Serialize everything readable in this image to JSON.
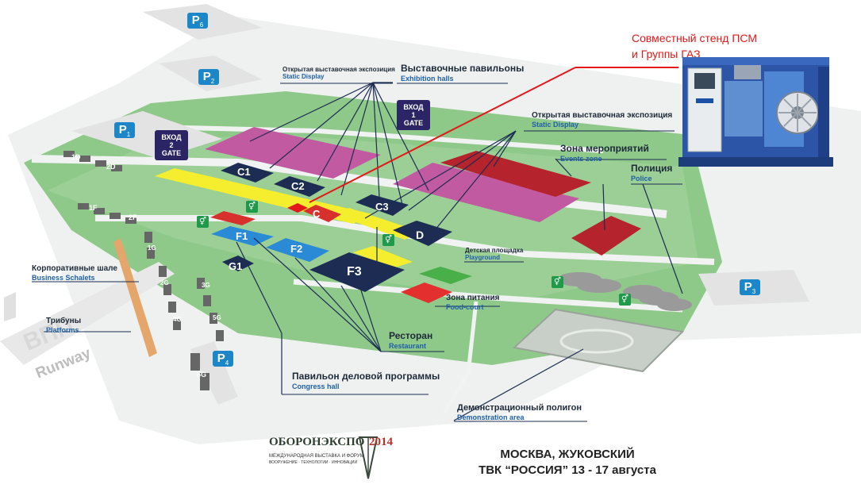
{
  "callout": {
    "line1": "Совместный стенд ПСМ",
    "line2": "и Группы ГАЗ",
    "color": "#e31818"
  },
  "parking": [
    {
      "letter": "P",
      "num": "6"
    },
    {
      "letter": "P",
      "num": "2"
    },
    {
      "letter": "P",
      "num": "1"
    },
    {
      "letter": "P",
      "num": "4"
    },
    {
      "letter": "P",
      "num": "3"
    }
  ],
  "gates": {
    "gate2": {
      "line1": "ВХОД",
      "line2": "2",
      "line3": "GATE"
    },
    "gate1": {
      "line1": "ВХОД",
      "line2": "1",
      "line3": "GATE"
    }
  },
  "halls": {
    "c1": "C1",
    "c2": "C2",
    "c3": "C3",
    "c": "C",
    "d": "D",
    "f1": "F1",
    "f2": "F2",
    "f3": "F3",
    "g1": "G1"
  },
  "chalets": [
    "1D",
    "2D",
    "1F",
    "2F",
    "1G",
    "2G",
    "3G",
    "4G",
    "5G",
    "6G"
  ],
  "labels": {
    "static_display_top": {
      "ru": "Открытая выставочная экспозиция",
      "en": "Static Display"
    },
    "exhibition_halls": {
      "ru": "Выставочные павильоны",
      "en": "Exhibition halls"
    },
    "static_display_right": {
      "ru": "Открытая выставочная экспозиция",
      "en": "Static Display"
    },
    "events_zone": {
      "ru": "Зона мероприятий",
      "en": "Events zone"
    },
    "police": {
      "ru": "Полиция",
      "en": "Police"
    },
    "playground": {
      "ru": "Детская площадка",
      "en": "Playground"
    },
    "food_court": {
      "ru": "Зона питания",
      "en": "Food-court"
    },
    "business_chalets": {
      "ru": "Корпоративные шале",
      "en": "Business Schalets"
    },
    "platforms": {
      "ru": "Трибуны",
      "en": "Platforms"
    },
    "restaurant": {
      "ru": "Ресторан",
      "en": "Restaurant"
    },
    "congress_hall": {
      "ru": "Павильон деловой программы",
      "en": "Congress hall"
    },
    "demo_area": {
      "ru": "Демонстрационный полигон",
      "en": "Demonstration area"
    }
  },
  "runway": {
    "ru": "ВПП",
    "en": "Runway"
  },
  "logo": {
    "name": "ОБОРОНЭКСПО",
    "year": "2014",
    "sub1": "МЕЖДУНАРОДНАЯ ВЫСТАВКА И ФОРУМ",
    "sub2": "ВООРУЖЕНИЕ · ТЕХНОЛОГИИ · ИННОВАЦИИ"
  },
  "event": {
    "city": "МОСКВА, ЖУКОВСКИЙ",
    "venue": "ТВК “РОССИЯ” 13 - 17 августа"
  },
  "colors": {
    "grass": "#8fc98a",
    "road": "#e4e8e6",
    "static_display": "#c15aa0",
    "events_zone": "#b5232c",
    "walkway": "#f4ee2e",
    "hall_dark": "#1c2c52",
    "hall_blue": "#2a8ad6",
    "accent_red": "#e31818"
  }
}
